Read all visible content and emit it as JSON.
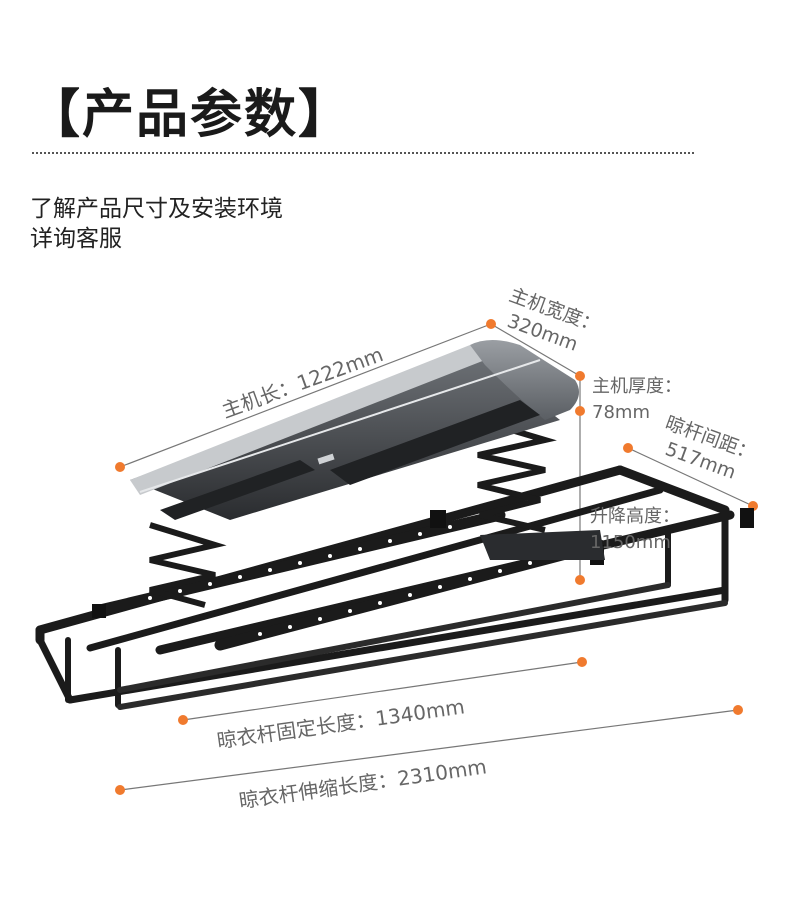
{
  "header": {
    "title": "【产品参数】"
  },
  "intro": {
    "line1": "了解产品尺寸及安装环境",
    "line2": "详询客服"
  },
  "dimensions": {
    "host_width_label": "主机宽度：",
    "host_width_value": "320mm",
    "host_length": "主机长：1222mm",
    "host_thickness_label": "主机厚度：",
    "host_thickness_value": "78mm",
    "rod_spacing_label": "晾杆间距：",
    "rod_spacing_value": "517mm",
    "lift_height_label": "升降高度：",
    "lift_height_value": "1150mm",
    "fixed_length": "晾衣杆固定长度：1340mm",
    "extended_length": "晾衣杆伸缩长度：2310mm"
  },
  "colors": {
    "accent_dot": "#f07a2e",
    "dim_line": "#666666",
    "frame": "#1b1b1b"
  }
}
